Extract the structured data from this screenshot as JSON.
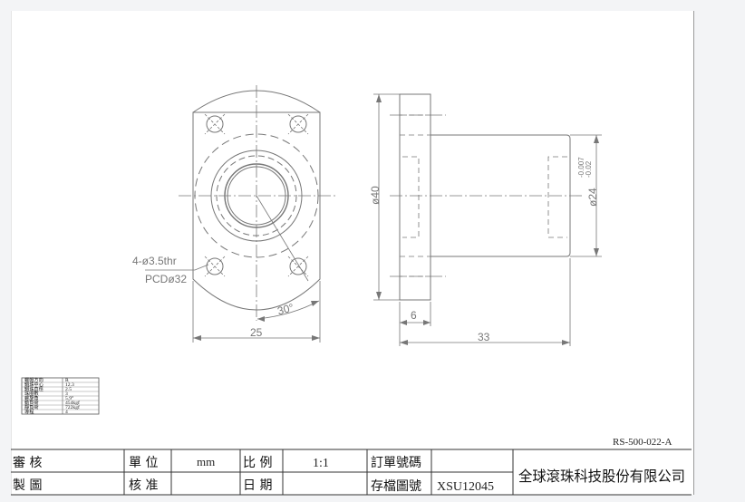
{
  "drawing": {
    "front_view": {
      "hole_note_line1": "4-ø3.5thr",
      "hole_note_line2": "PCDø32",
      "angle_label": "30°",
      "width_label": "25"
    },
    "side_view": {
      "flange_diameter_label": "ø40",
      "body_diameter_label": "ø24",
      "tolerance_upper": "-0.007",
      "tolerance_lower": "-0.02",
      "flange_thickness_label": "6",
      "length_label": "33"
    },
    "drawing_number": "RS-500-022-A"
  },
  "spec_table": {
    "rows": [
      {
        "label": "螺帽方向",
        "value": "R"
      },
      {
        "label": "鋼珠中心",
        "value": "12.3"
      },
      {
        "label": "鋼珠直徑",
        "value": "2.5"
      },
      {
        "label": "珠圈數",
        "value": "3"
      },
      {
        "label": "螺旋角",
        "value": "5.9°"
      },
      {
        "label": "動負荷",
        "value": "454kgf"
      },
      {
        "label": "靜負荷",
        "value": "722kgf"
      },
      {
        "label": "導程",
        "value": "4"
      }
    ]
  },
  "title_block": {
    "review_label": "審 核",
    "draw_label": "製 圖",
    "unit_label": "單 位",
    "unit_value": "mm",
    "approve_label": "核 准",
    "scale_label": "比 例",
    "scale_value": "1:1",
    "date_label": "日 期",
    "order_label": "訂單號碼",
    "archive_label": "存檔圖號",
    "archive_value": "XSU12045",
    "company": "全球滾珠科技股份有限公司"
  }
}
